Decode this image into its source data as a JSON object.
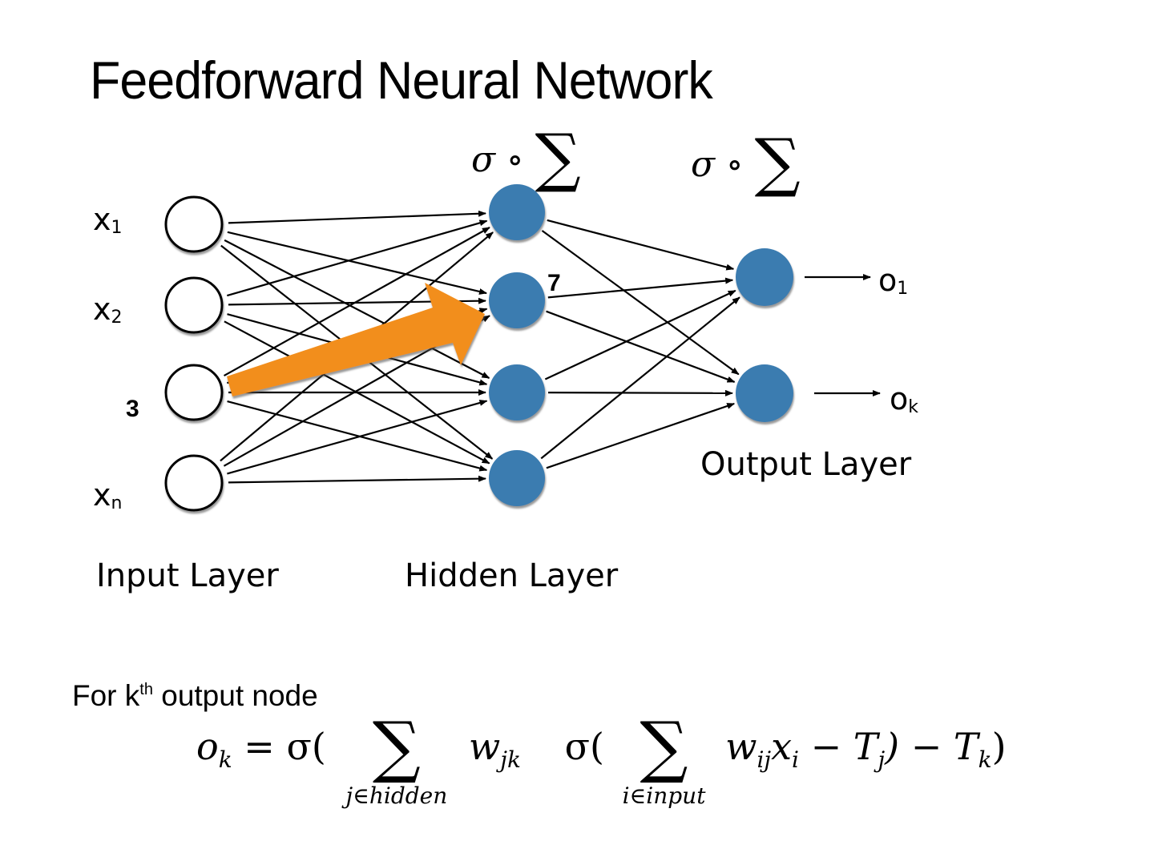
{
  "title": "Feedforward Neural Network",
  "activation_label": {
    "sigma": "σ",
    "compose": "∘",
    "sum": "∑"
  },
  "input_layer": {
    "label": "Input Layer",
    "nodes": [
      {
        "name": "x",
        "sub": "1"
      },
      {
        "name": "x",
        "sub": "2"
      },
      {
        "name": "",
        "sub": ""
      },
      {
        "name": "x",
        "sub": "n"
      }
    ]
  },
  "hidden_layer": {
    "label": "Hidden Layer",
    "node_count": 4
  },
  "output_layer": {
    "label": "Output Layer",
    "nodes": [
      {
        "name": "o",
        "sub": "1"
      },
      {
        "name": "o",
        "sub": "k"
      }
    ]
  },
  "annotations": {
    "input_index": "3",
    "hidden_index": "7"
  },
  "colors": {
    "node_fill": "#3a7bb0",
    "arrow_highlight": "#f28e1c",
    "edge": "#000000"
  },
  "formula": {
    "caption_prefix": "For k",
    "caption_sup": "th",
    "caption_suffix": " output node",
    "lhs": "o",
    "lhs_sub": "k",
    "eq": " = σ(",
    "sum1_symbol": "∑",
    "sum1_sub": "j∈hidden",
    "w1": "w",
    "w1_sub": "jk",
    "sigma2": "σ(",
    "sum2_symbol": "∑",
    "sum2_sub": "i∈input",
    "w2": "w",
    "w2_sub": "ij",
    "x": "x",
    "x_sub": "i",
    "minus_T": " − T",
    "Tj_sub": "j",
    "close_minus_T": ") − T",
    "Tk_sub": "k",
    "close": ")"
  }
}
